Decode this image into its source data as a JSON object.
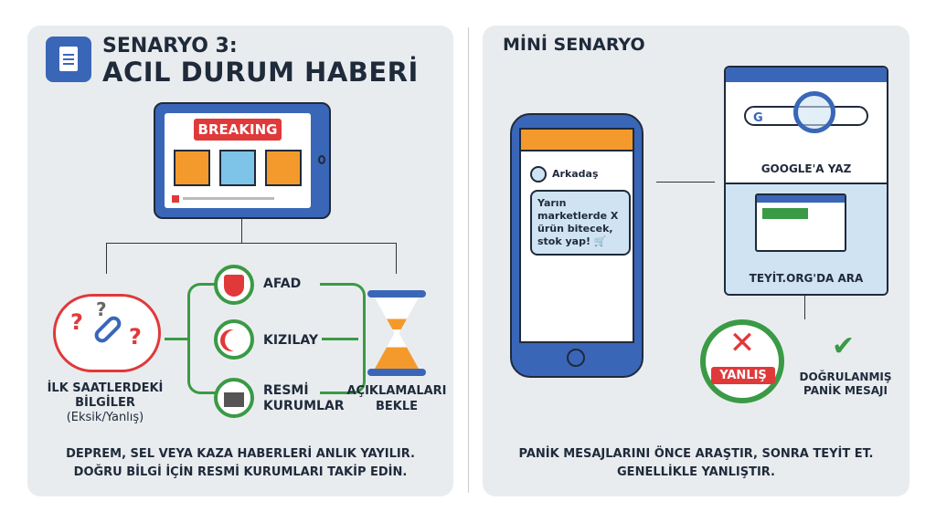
{
  "left": {
    "label": "SENARYO 3:",
    "title": "ACIL DURUM HABERİ",
    "breaking": "BREAKING",
    "source": "İLK SAATLERDEKİ\nBİLGİLER",
    "source_note": "(Eksik/Yanlış)",
    "institutions": [
      "AFAD",
      "KIZILAY",
      "RESMİ\nKURUMLAR"
    ],
    "wait": "AÇIKLAMALARI\nBEKLE",
    "footer": [
      "DEPREM, SEL VEYA KAZA HABERLERİ ANLIK YAYILIR.",
      "DOĞRU BİLGİ İÇİN RESMİ KURUMLARI TAKİP EDİN."
    ]
  },
  "right": {
    "title": "MİNİ SENARYO",
    "sender": "Arkadaş",
    "message": "Yarın marketlerde X ürün bitecek, stok yap! 🛒",
    "step1": "GOOGLE'A YAZ",
    "step2": "TEYİT.ORG'DA ARA",
    "verdict": "YANLIŞ",
    "verified": "DOĞRULANMIŞ\nPANİK MESAJI",
    "footer": [
      "PANİK MESAJLARINI ÖNCE ARAŞTIR, SONRA TEYİT ET.",
      "GENELLİKLE YANLIŞTIR."
    ]
  },
  "colors": {
    "blue": "#3a66b8",
    "orange": "#f49a2c",
    "red": "#e0393a",
    "green": "#3a9a45",
    "panel": "#e9ecef",
    "light_blue": "#cfe3f3"
  }
}
